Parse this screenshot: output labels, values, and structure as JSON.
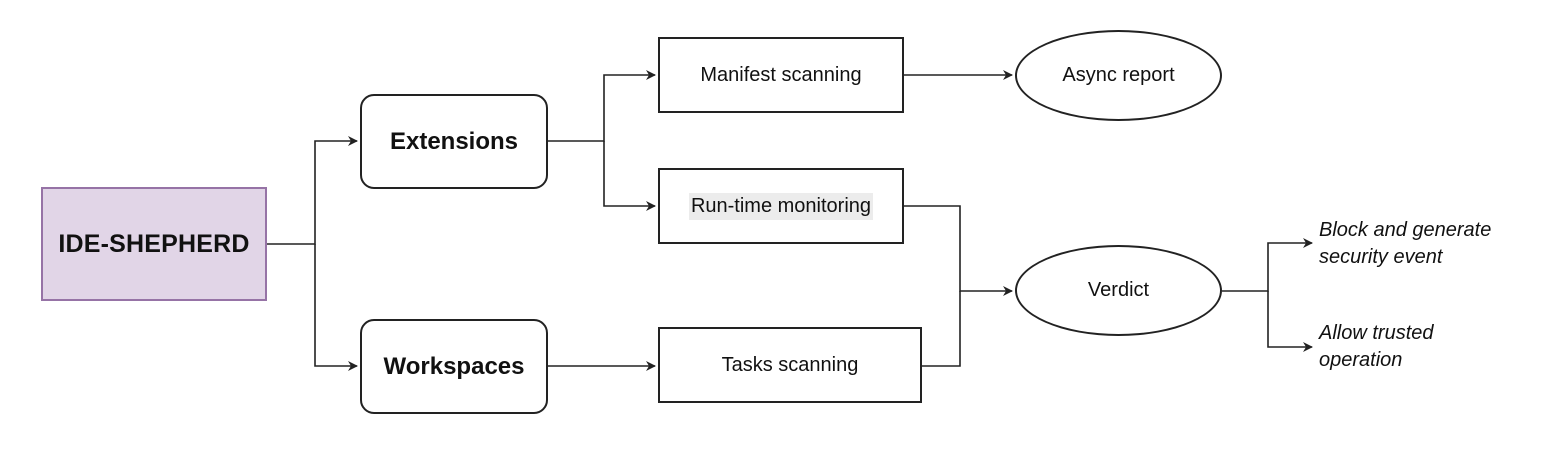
{
  "diagram": {
    "nodes": {
      "root": "IDE-SHEPHERD",
      "extensions": "Extensions",
      "workspaces": "Workspaces",
      "manifest_scanning": "Manifest scanning",
      "runtime_monitoring": "Run-time monitoring",
      "tasks_scanning": "Tasks scanning",
      "async_report": "Async report",
      "verdict": "Verdict"
    },
    "outcomes": {
      "block_line1": "Block and generate",
      "block_line2": "security event",
      "allow_line1": "Allow trusted",
      "allow_line2": "operation"
    },
    "edges": [
      {
        "from": "root",
        "to": "extensions"
      },
      {
        "from": "root",
        "to": "workspaces"
      },
      {
        "from": "extensions",
        "to": "manifest_scanning"
      },
      {
        "from": "extensions",
        "to": "runtime_monitoring"
      },
      {
        "from": "workspaces",
        "to": "tasks_scanning"
      },
      {
        "from": "manifest_scanning",
        "to": "async_report"
      },
      {
        "from": "runtime_monitoring",
        "to": "verdict"
      },
      {
        "from": "tasks_scanning",
        "to": "verdict"
      },
      {
        "from": "verdict",
        "to": "block_outcome"
      },
      {
        "from": "verdict",
        "to": "allow_outcome"
      }
    ],
    "colors": {
      "root_fill": "#e1d5e7",
      "root_border": "#9673a6",
      "stroke": "#222222"
    }
  }
}
